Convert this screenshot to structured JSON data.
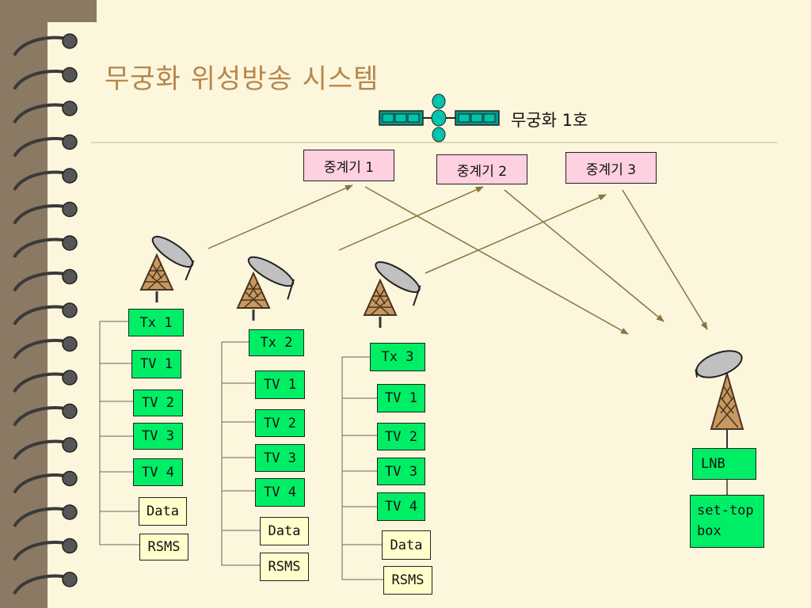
{
  "title": "무궁화 위성방송 시스템",
  "satellite": {
    "label": "무궁화 1호"
  },
  "transponders": [
    "중계기 1",
    "중계기 2",
    "중계기 3"
  ],
  "stations": [
    {
      "tx": "Tx 1",
      "channels": [
        "TV 1",
        "TV 2",
        "TV 3",
        "TV 4"
      ],
      "data": "Data",
      "rsms": "RSMS"
    },
    {
      "tx": "Tx 2",
      "channels": [
        "TV 1",
        "TV 2",
        "TV 3",
        "TV 4"
      ],
      "data": "Data",
      "rsms": "RSMS"
    },
    {
      "tx": "Tx 3",
      "channels": [
        "TV 1",
        "TV 2",
        "TV 3",
        "TV 4"
      ],
      "data": "Data",
      "rsms": "RSMS"
    }
  ],
  "receiver": {
    "lnb": "LNB",
    "settop": "set-top\nbox"
  },
  "colors": {
    "page": "#fbf6dc",
    "title": "#b8864a",
    "arrow": "#8a7340",
    "module": "#00ee66",
    "data": "#ffffcc",
    "transponder": "#ffd0e0"
  }
}
